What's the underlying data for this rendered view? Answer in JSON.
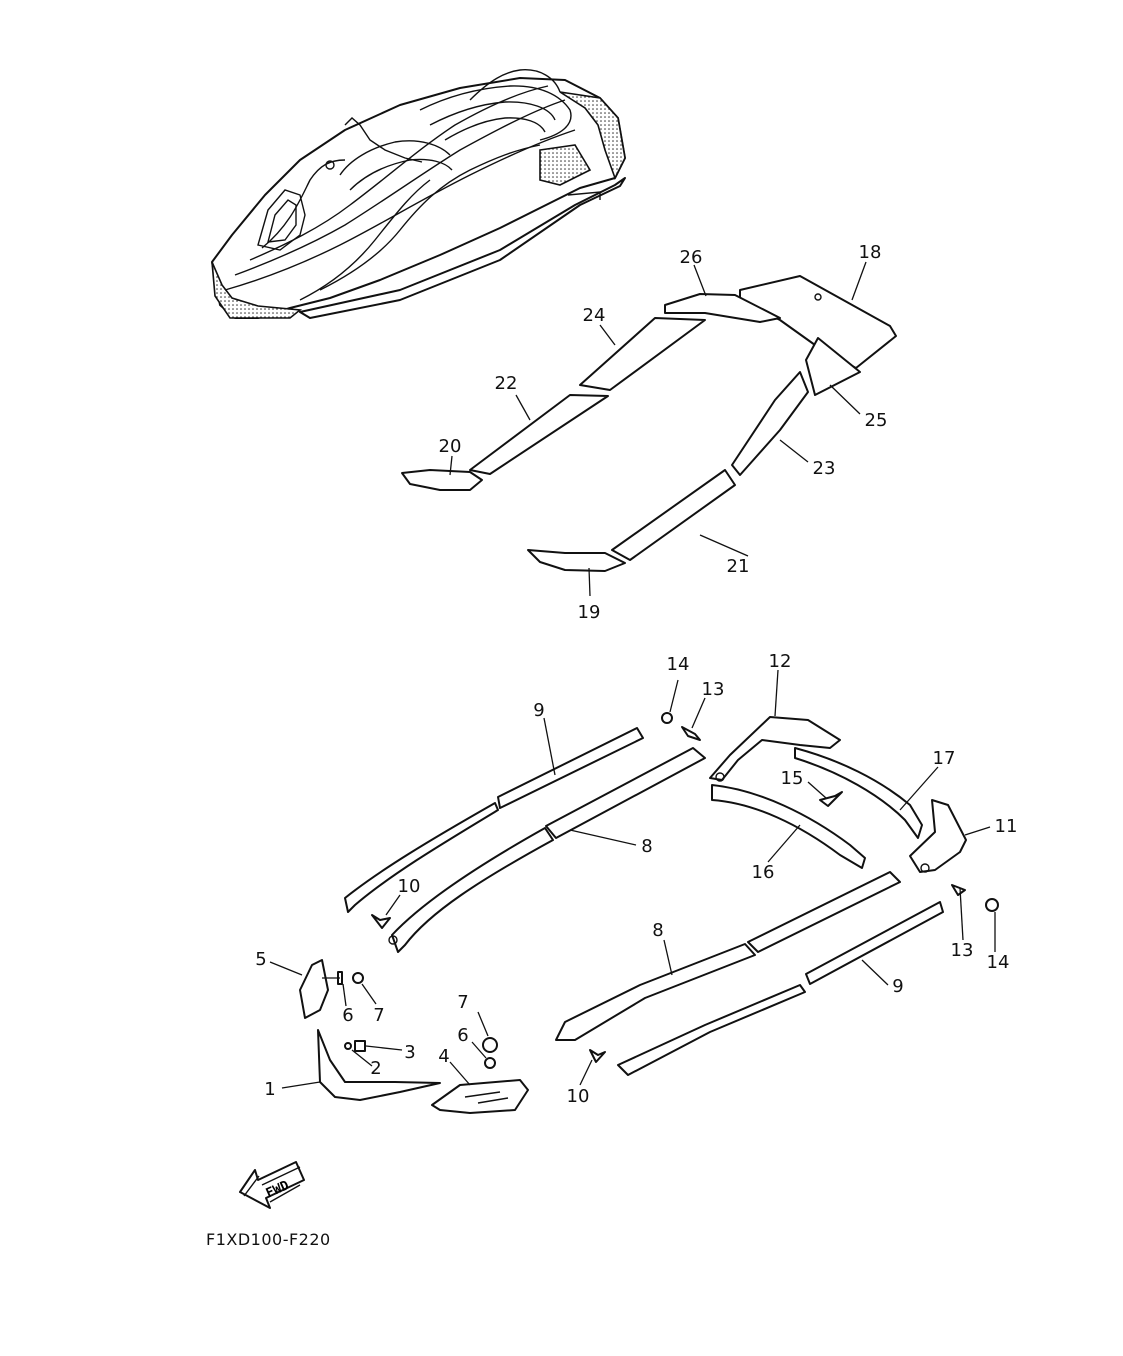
{
  "diagram": {
    "drawing_code": "F1XD100-F220",
    "direction_indicator": "FWD",
    "callouts": [
      {
        "id": "c18",
        "text": "18"
      },
      {
        "id": "c26",
        "text": "26"
      },
      {
        "id": "c24",
        "text": "24"
      },
      {
        "id": "c22",
        "text": "22"
      },
      {
        "id": "c20",
        "text": "20"
      },
      {
        "id": "c25",
        "text": "25"
      },
      {
        "id": "c23",
        "text": "23"
      },
      {
        "id": "c21",
        "text": "21"
      },
      {
        "id": "c19",
        "text": "19"
      },
      {
        "id": "c14a",
        "text": "14"
      },
      {
        "id": "c13a",
        "text": "13"
      },
      {
        "id": "c12",
        "text": "12"
      },
      {
        "id": "c9a",
        "text": "9"
      },
      {
        "id": "c17",
        "text": "17"
      },
      {
        "id": "c15",
        "text": "15"
      },
      {
        "id": "c11",
        "text": "11"
      },
      {
        "id": "c8a",
        "text": "8"
      },
      {
        "id": "c16",
        "text": "16"
      },
      {
        "id": "c10a",
        "text": "10"
      },
      {
        "id": "c13b",
        "text": "13"
      },
      {
        "id": "c14b",
        "text": "14"
      },
      {
        "id": "c5",
        "text": "5"
      },
      {
        "id": "c6a",
        "text": "6"
      },
      {
        "id": "c7a",
        "text": "7"
      },
      {
        "id": "c8b",
        "text": "8"
      },
      {
        "id": "c9b",
        "text": "9"
      },
      {
        "id": "c3",
        "text": "3"
      },
      {
        "id": "c2",
        "text": "2"
      },
      {
        "id": "c7b",
        "text": "7"
      },
      {
        "id": "c6b",
        "text": "6"
      },
      {
        "id": "c4",
        "text": "4"
      },
      {
        "id": "c1",
        "text": "1"
      },
      {
        "id": "c10b",
        "text": "10"
      }
    ]
  }
}
